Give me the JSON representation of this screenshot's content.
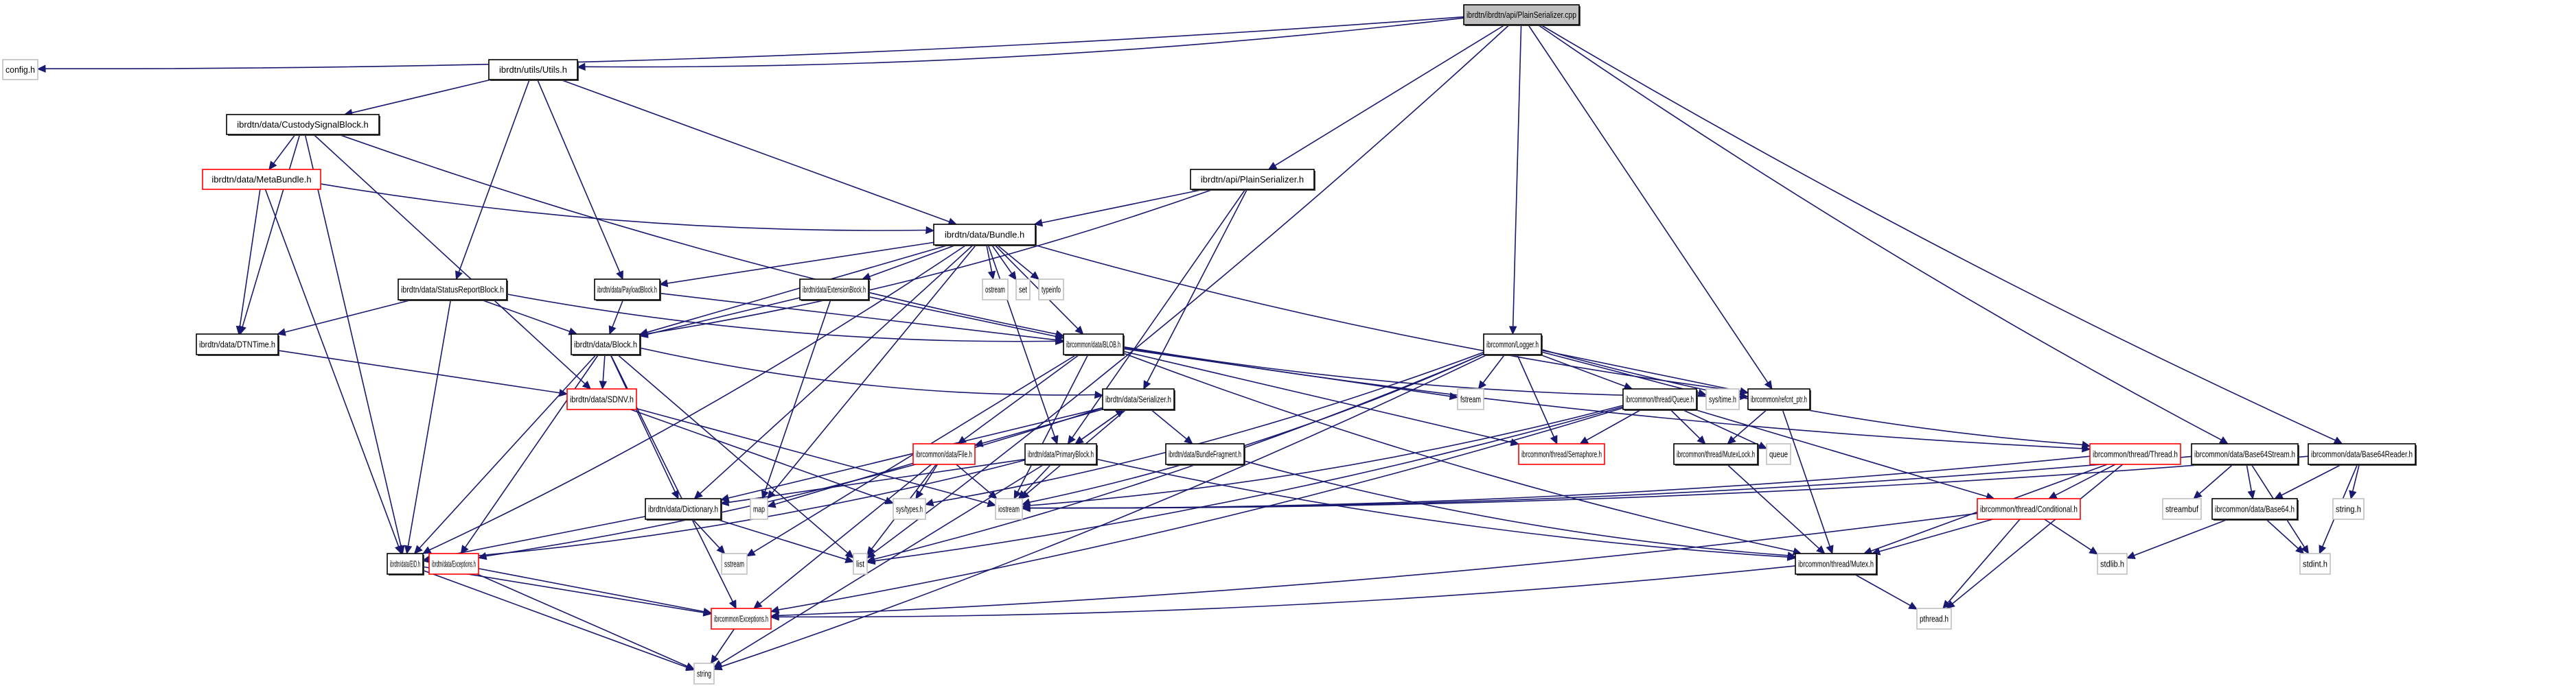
{
  "title": "ibrdtn/ibrdtn/api/PlainSerializer.cpp",
  "colors": {
    "edge": "#191970",
    "root_fill": "#bfbfbf",
    "documented_border": "#000000",
    "external_border": "#bfbfbf",
    "truncated_border": "#ff0000"
  },
  "nodes": [
    {
      "id": "root",
      "label": "ibrdtn/ibrdtn/api/PlainSerializer.cpp",
      "kind": "root"
    },
    {
      "id": "config",
      "label": "config.h",
      "kind": "external"
    },
    {
      "id": "utils",
      "label": "ibrdtn/utils/Utils.h",
      "kind": "documented"
    },
    {
      "id": "custody",
      "label": "ibrdtn/data/CustodySignalBlock.h",
      "kind": "documented"
    },
    {
      "id": "metabundle",
      "label": "ibrdtn/data/MetaBundle.h",
      "kind": "truncated"
    },
    {
      "id": "plainser_h",
      "label": "ibrdtn/api/PlainSerializer.h",
      "kind": "documented"
    },
    {
      "id": "bundle",
      "label": "ibrdtn/data/Bundle.h",
      "kind": "documented"
    },
    {
      "id": "statusreport",
      "label": "ibrdtn/data/StatusReportBlock.h",
      "kind": "documented"
    },
    {
      "id": "payload",
      "label": "ibrdtn/data/PayloadBlock.h",
      "kind": "documented"
    },
    {
      "id": "extension",
      "label": "ibrdtn/data/ExtensionBlock.h",
      "kind": "documented"
    },
    {
      "id": "ostream",
      "label": "ostream",
      "kind": "external"
    },
    {
      "id": "set",
      "label": "set",
      "kind": "external"
    },
    {
      "id": "typeinfo",
      "label": "typeinfo",
      "kind": "external"
    },
    {
      "id": "dtntime",
      "label": "ibrdtn/data/DTNTime.h",
      "kind": "documented"
    },
    {
      "id": "block",
      "label": "ibrdtn/data/Block.h",
      "kind": "documented"
    },
    {
      "id": "blob",
      "label": "ibrcommon/data/BLOB.h",
      "kind": "documented"
    },
    {
      "id": "logger",
      "label": "ibrcommon/Logger.h",
      "kind": "documented"
    },
    {
      "id": "sdnv",
      "label": "ibrdtn/data/SDNV.h",
      "kind": "truncated"
    },
    {
      "id": "serializer",
      "label": "ibrdtn/data/Serializer.h",
      "kind": "documented"
    },
    {
      "id": "fstream",
      "label": "fstream",
      "kind": "external"
    },
    {
      "id": "queue_h",
      "label": "ibrcommon/thread/Queue.h",
      "kind": "documented"
    },
    {
      "id": "systime",
      "label": "sys/time.h",
      "kind": "external"
    },
    {
      "id": "refcnt",
      "label": "ibrcommon/refcnt_ptr.h",
      "kind": "documented"
    },
    {
      "id": "file",
      "label": "ibrcommon/data/File.h",
      "kind": "truncated"
    },
    {
      "id": "primary",
      "label": "ibrdtn/data/PrimaryBlock.h",
      "kind": "documented"
    },
    {
      "id": "fragment",
      "label": "ibrdtn/data/BundleFragment.h",
      "kind": "documented"
    },
    {
      "id": "semaphore",
      "label": "ibrcommon/thread/Semaphore.h",
      "kind": "truncated"
    },
    {
      "id": "mutexlock",
      "label": "ibrcommon/thread/MutexLock.h",
      "kind": "documented"
    },
    {
      "id": "queue",
      "label": "queue",
      "kind": "external"
    },
    {
      "id": "thread",
      "label": "ibrcommon/thread/Thread.h",
      "kind": "truncated"
    },
    {
      "id": "b64stream",
      "label": "ibrcommon/data/Base64Stream.h",
      "kind": "documented"
    },
    {
      "id": "b64reader",
      "label": "ibrcommon/data/Base64Reader.h",
      "kind": "documented"
    },
    {
      "id": "dictionary",
      "label": "ibrdtn/data/Dictionary.h",
      "kind": "documented"
    },
    {
      "id": "map",
      "label": "map",
      "kind": "external"
    },
    {
      "id": "systypes",
      "label": "sys/types.h",
      "kind": "external"
    },
    {
      "id": "iostream",
      "label": "iostream",
      "kind": "external"
    },
    {
      "id": "conditional",
      "label": "ibrcommon/thread/Conditional.h",
      "kind": "truncated"
    },
    {
      "id": "streambuf",
      "label": "streambuf",
      "kind": "external"
    },
    {
      "id": "base64",
      "label": "ibrcommon/data/Base64.h",
      "kind": "documented"
    },
    {
      "id": "string_h",
      "label": "string.h",
      "kind": "external"
    },
    {
      "id": "eid",
      "label": "ibrdtn/data/EID.h",
      "kind": "documented"
    },
    {
      "id": "dexceptions",
      "label": "ibrdtn/data/Exceptions.h",
      "kind": "truncated"
    },
    {
      "id": "sstream",
      "label": "sstream",
      "kind": "external"
    },
    {
      "id": "list",
      "label": "list",
      "kind": "external"
    },
    {
      "id": "mutex",
      "label": "ibrcommon/thread/Mutex.h",
      "kind": "documented"
    },
    {
      "id": "stdlib",
      "label": "stdlib.h",
      "kind": "external"
    },
    {
      "id": "stdint",
      "label": "stdint.h",
      "kind": "external"
    },
    {
      "id": "cexceptions",
      "label": "ibrcommon/Exceptions.h",
      "kind": "truncated"
    },
    {
      "id": "pthread",
      "label": "pthread.h",
      "kind": "external"
    },
    {
      "id": "string",
      "label": "string",
      "kind": "external"
    }
  ],
  "edges": [
    [
      "root",
      "config"
    ],
    [
      "root",
      "utils"
    ],
    [
      "root",
      "list"
    ],
    [
      "root",
      "plainser_h"
    ],
    [
      "root",
      "logger"
    ],
    [
      "root",
      "refcnt"
    ],
    [
      "root",
      "b64stream"
    ],
    [
      "root",
      "b64reader"
    ],
    [
      "utils",
      "custody"
    ],
    [
      "utils",
      "bundle"
    ],
    [
      "utils",
      "statusreport"
    ],
    [
      "utils",
      "payload"
    ],
    [
      "custody",
      "metabundle"
    ],
    [
      "custody",
      "dtntime"
    ],
    [
      "custody",
      "sdnv"
    ],
    [
      "custody",
      "eid"
    ],
    [
      "custody",
      "blob"
    ],
    [
      "metabundle",
      "dtntime"
    ],
    [
      "metabundle",
      "eid"
    ],
    [
      "metabundle",
      "bundle"
    ],
    [
      "plainser_h",
      "bundle"
    ],
    [
      "plainser_h",
      "serializer"
    ],
    [
      "plainser_h",
      "primary"
    ],
    [
      "plainser_h",
      "block"
    ],
    [
      "bundle",
      "payload"
    ],
    [
      "bundle",
      "extension"
    ],
    [
      "bundle",
      "ostream"
    ],
    [
      "bundle",
      "set"
    ],
    [
      "bundle",
      "typeinfo"
    ],
    [
      "bundle",
      "block"
    ],
    [
      "bundle",
      "primary"
    ],
    [
      "bundle",
      "eid"
    ],
    [
      "bundle",
      "dictionary"
    ],
    [
      "bundle",
      "map"
    ],
    [
      "bundle",
      "refcnt"
    ],
    [
      "bundle",
      "blob"
    ],
    [
      "statusreport",
      "dtntime"
    ],
    [
      "statusreport",
      "block"
    ],
    [
      "statusreport",
      "eid"
    ],
    [
      "statusreport",
      "blob"
    ],
    [
      "payload",
      "block"
    ],
    [
      "payload",
      "blob"
    ],
    [
      "extension",
      "block"
    ],
    [
      "extension",
      "blob"
    ],
    [
      "extension",
      "map"
    ],
    [
      "dtntime",
      "sdnv"
    ],
    [
      "block",
      "sdnv"
    ],
    [
      "block",
      "eid"
    ],
    [
      "block",
      "dexceptions"
    ],
    [
      "block",
      "dictionary"
    ],
    [
      "block",
      "serializer"
    ],
    [
      "block",
      "cexceptions"
    ],
    [
      "block",
      "list"
    ],
    [
      "blob",
      "file"
    ],
    [
      "blob",
      "refcnt"
    ],
    [
      "blob",
      "semaphore"
    ],
    [
      "blob",
      "mutex"
    ],
    [
      "blob",
      "iostream"
    ],
    [
      "blob",
      "fstream"
    ],
    [
      "blob",
      "sstream"
    ],
    [
      "blob",
      "thread"
    ],
    [
      "logger",
      "fstream"
    ],
    [
      "logger",
      "iostream"
    ],
    [
      "logger",
      "queue_h"
    ],
    [
      "logger",
      "systime"
    ],
    [
      "logger",
      "refcnt"
    ],
    [
      "logger",
      "thread"
    ],
    [
      "logger",
      "systypes"
    ],
    [
      "logger",
      "list"
    ],
    [
      "logger",
      "semaphore"
    ],
    [
      "logger",
      "string"
    ],
    [
      "sdnv",
      "systypes"
    ],
    [
      "sdnv",
      "iostream"
    ],
    [
      "serializer",
      "primary"
    ],
    [
      "serializer",
      "fragment"
    ],
    [
      "serializer",
      "dictionary"
    ],
    [
      "serializer",
      "iostream"
    ],
    [
      "serializer",
      "dexceptions"
    ],
    [
      "serializer",
      "file"
    ],
    [
      "queue_h",
      "semaphore"
    ],
    [
      "queue_h",
      "mutexlock"
    ],
    [
      "queue_h",
      "queue"
    ],
    [
      "queue_h",
      "conditional"
    ],
    [
      "queue_h",
      "iostream"
    ],
    [
      "queue_h",
      "cexceptions"
    ],
    [
      "queue_h",
      "list"
    ],
    [
      "refcnt",
      "mutexlock"
    ],
    [
      "refcnt",
      "mutex"
    ],
    [
      "file",
      "systypes"
    ],
    [
      "file",
      "list"
    ],
    [
      "file",
      "map"
    ],
    [
      "file",
      "iostream"
    ],
    [
      "file",
      "cexceptions"
    ],
    [
      "primary",
      "serializer"
    ],
    [
      "primary",
      "eid"
    ],
    [
      "primary",
      "iostream"
    ],
    [
      "primary",
      "mutex"
    ],
    [
      "primary",
      "string"
    ],
    [
      "primary",
      "dictionary"
    ],
    [
      "fragment",
      "mutex"
    ],
    [
      "mutexlock",
      "mutex"
    ],
    [
      "thread",
      "conditional"
    ],
    [
      "thread",
      "mutex"
    ],
    [
      "thread",
      "pthread"
    ],
    [
      "thread",
      "iostream"
    ],
    [
      "b64stream",
      "streambuf"
    ],
    [
      "b64stream",
      "base64"
    ],
    [
      "b64stream",
      "stdint"
    ],
    [
      "b64stream",
      "iostream"
    ],
    [
      "b64reader",
      "base64"
    ],
    [
      "b64reader",
      "string_h"
    ],
    [
      "b64reader",
      "stdint"
    ],
    [
      "b64reader",
      "iostream"
    ],
    [
      "dictionary",
      "eid"
    ],
    [
      "dictionary",
      "sstream"
    ],
    [
      "dictionary",
      "list"
    ],
    [
      "conditional",
      "mutex"
    ],
    [
      "conditional",
      "pthread"
    ],
    [
      "conditional",
      "stdlib"
    ],
    [
      "conditional",
      "cexceptions"
    ],
    [
      "base64",
      "stdlib"
    ],
    [
      "base64",
      "stdint"
    ],
    [
      "eid",
      "cexceptions"
    ],
    [
      "eid",
      "string"
    ],
    [
      "dexceptions",
      "cexceptions"
    ],
    [
      "dexceptions",
      "string"
    ],
    [
      "mutex",
      "cexceptions"
    ],
    [
      "mutex",
      "pthread"
    ],
    [
      "cexceptions",
      "string"
    ]
  ]
}
